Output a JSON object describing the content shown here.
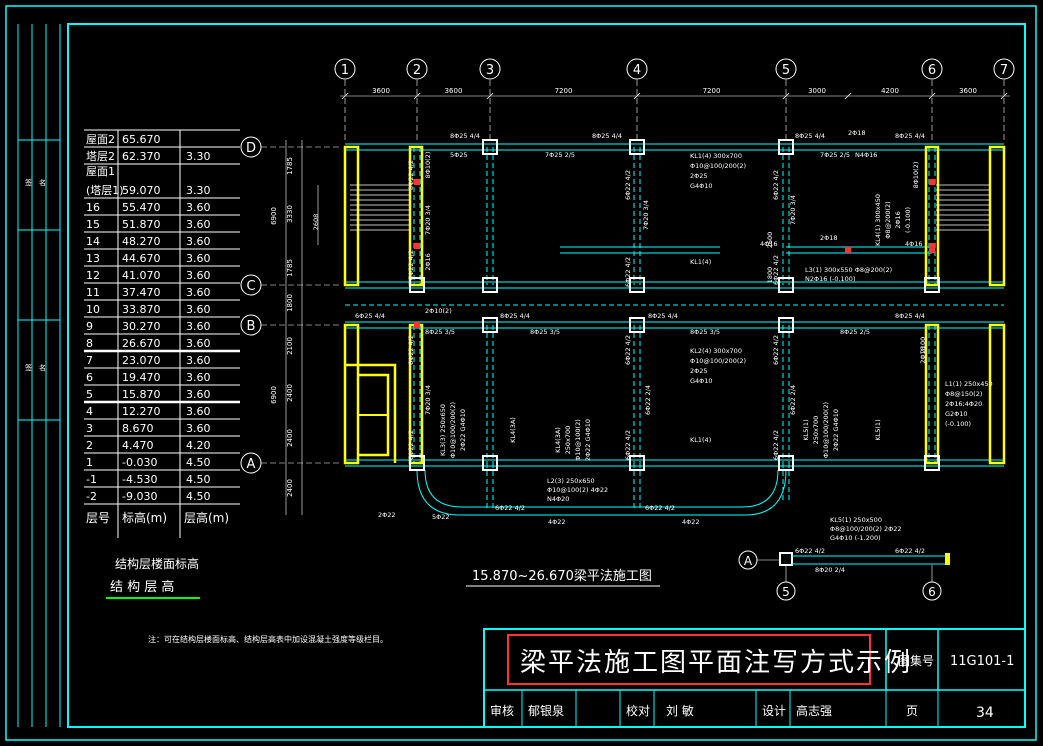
{
  "levels_table": {
    "rows": [
      {
        "level": "屋面2",
        "elev": "65.670",
        "height": ""
      },
      {
        "level": "塔层2",
        "elev": "62.370",
        "height": "3.30"
      },
      {
        "level": "屋面1",
        "elev": "",
        "height": ""
      },
      {
        "level": "(塔层1)",
        "elev": "59.070",
        "height": "3.30"
      },
      {
        "level": "16",
        "elev": "55.470",
        "height": "3.60"
      },
      {
        "level": "15",
        "elev": "51.870",
        "height": "3.60"
      },
      {
        "level": "14",
        "elev": "48.270",
        "height": "3.60"
      },
      {
        "level": "13",
        "elev": "44.670",
        "height": "3.60"
      },
      {
        "level": "12",
        "elev": "41.070",
        "height": "3.60"
      },
      {
        "level": "11",
        "elev": "37.470",
        "height": "3.60"
      },
      {
        "level": "10",
        "elev": "33.870",
        "height": "3.60"
      },
      {
        "level": "9",
        "elev": "30.270",
        "height": "3.60"
      },
      {
        "level": "8",
        "elev": "26.670",
        "height": "3.60"
      },
      {
        "level": "7",
        "elev": "23.070",
        "height": "3.60"
      },
      {
        "level": "6",
        "elev": "19.470",
        "height": "3.60"
      },
      {
        "level": "5",
        "elev": "15.870",
        "height": "3.60"
      },
      {
        "level": "4",
        "elev": "12.270",
        "height": "3.60"
      },
      {
        "level": "3",
        "elev": "8.670",
        "height": "3.60"
      },
      {
        "level": "2",
        "elev": "4.470",
        "height": "4.20"
      },
      {
        "level": "1",
        "elev": "-0.030",
        "height": "4.50"
      },
      {
        "level": "-1",
        "elev": "-4.530",
        "height": "4.50"
      },
      {
        "level": "-2",
        "elev": "-9.030",
        "height": "4.50"
      }
    ],
    "header": {
      "level": "层号",
      "elev": "标高(m)",
      "height": "层高(m)"
    },
    "caption1": "结构层楼面标高",
    "caption2": "结 构 层 高"
  },
  "note": "注：可在结构层楼面标高、结构层高表中加设混凝土强度等级栏目。",
  "plan_title": "15.870~26.670梁平法施工图",
  "axes_top": [
    "1",
    "2",
    "3",
    "4",
    "5",
    "6",
    "7"
  ],
  "axes_left": [
    "D",
    "C",
    "B",
    "A"
  ],
  "dims_top": [
    "3600",
    "3600",
    "7200",
    "7200",
    "3000",
    "4200",
    "3600"
  ],
  "dims_left": [
    "1785",
    "3330",
    "1785",
    "1800",
    "2100",
    "2400",
    "2400",
    "2400"
  ],
  "dims_left_total": [
    "6900",
    "6900"
  ],
  "detail": {
    "axis_a": "A",
    "axis_5": "5",
    "axis_6": "6",
    "beam": "KL5(1) 250x500",
    "stirrup": "Φ8@100/200(2) 2Φ22",
    "waist": "G4Φ10  (-1.200)",
    "top": "6Φ22 4/2",
    "top2": "6Φ22 4/2",
    "bottom": "8Φ20 2/4"
  },
  "title_block": {
    "title": "梁平法施工图平面注写方式示例",
    "atlas_label": "图集号",
    "atlas_no": "11G101-1",
    "review_label": "审核",
    "review_name": "郁银泉",
    "check_label": "校对",
    "check_name": "刘 敏",
    "design_label": "设计",
    "design_name": "高志强",
    "page_label": "页",
    "page_no": "34"
  },
  "side_stamps": [
    "签",
    "名",
    "签",
    "名"
  ],
  "colors": {
    "frame": "#00ffff",
    "wall": "#ffff00",
    "text": "#ffffff",
    "red": "#ff0000",
    "green": "#00ff00",
    "beam": "#00ffff",
    "title_border": "#ff3333"
  }
}
